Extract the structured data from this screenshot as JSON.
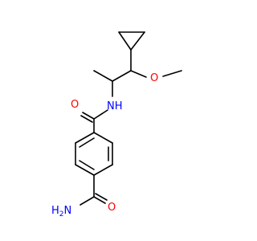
{
  "molecule": {
    "atom_labels": {
      "methoxy_oxygen": "O",
      "amide_nh": "NH",
      "amide_oxygen_top": "O",
      "amide_oxygen_bottom": "O",
      "amine_n": "H",
      "amine_h2_sub": "2",
      "amine_suffix": "N"
    },
    "colors": {
      "bond": "#000000",
      "oxygen": "#ff0000",
      "nitrogen": "#0000ff"
    }
  }
}
